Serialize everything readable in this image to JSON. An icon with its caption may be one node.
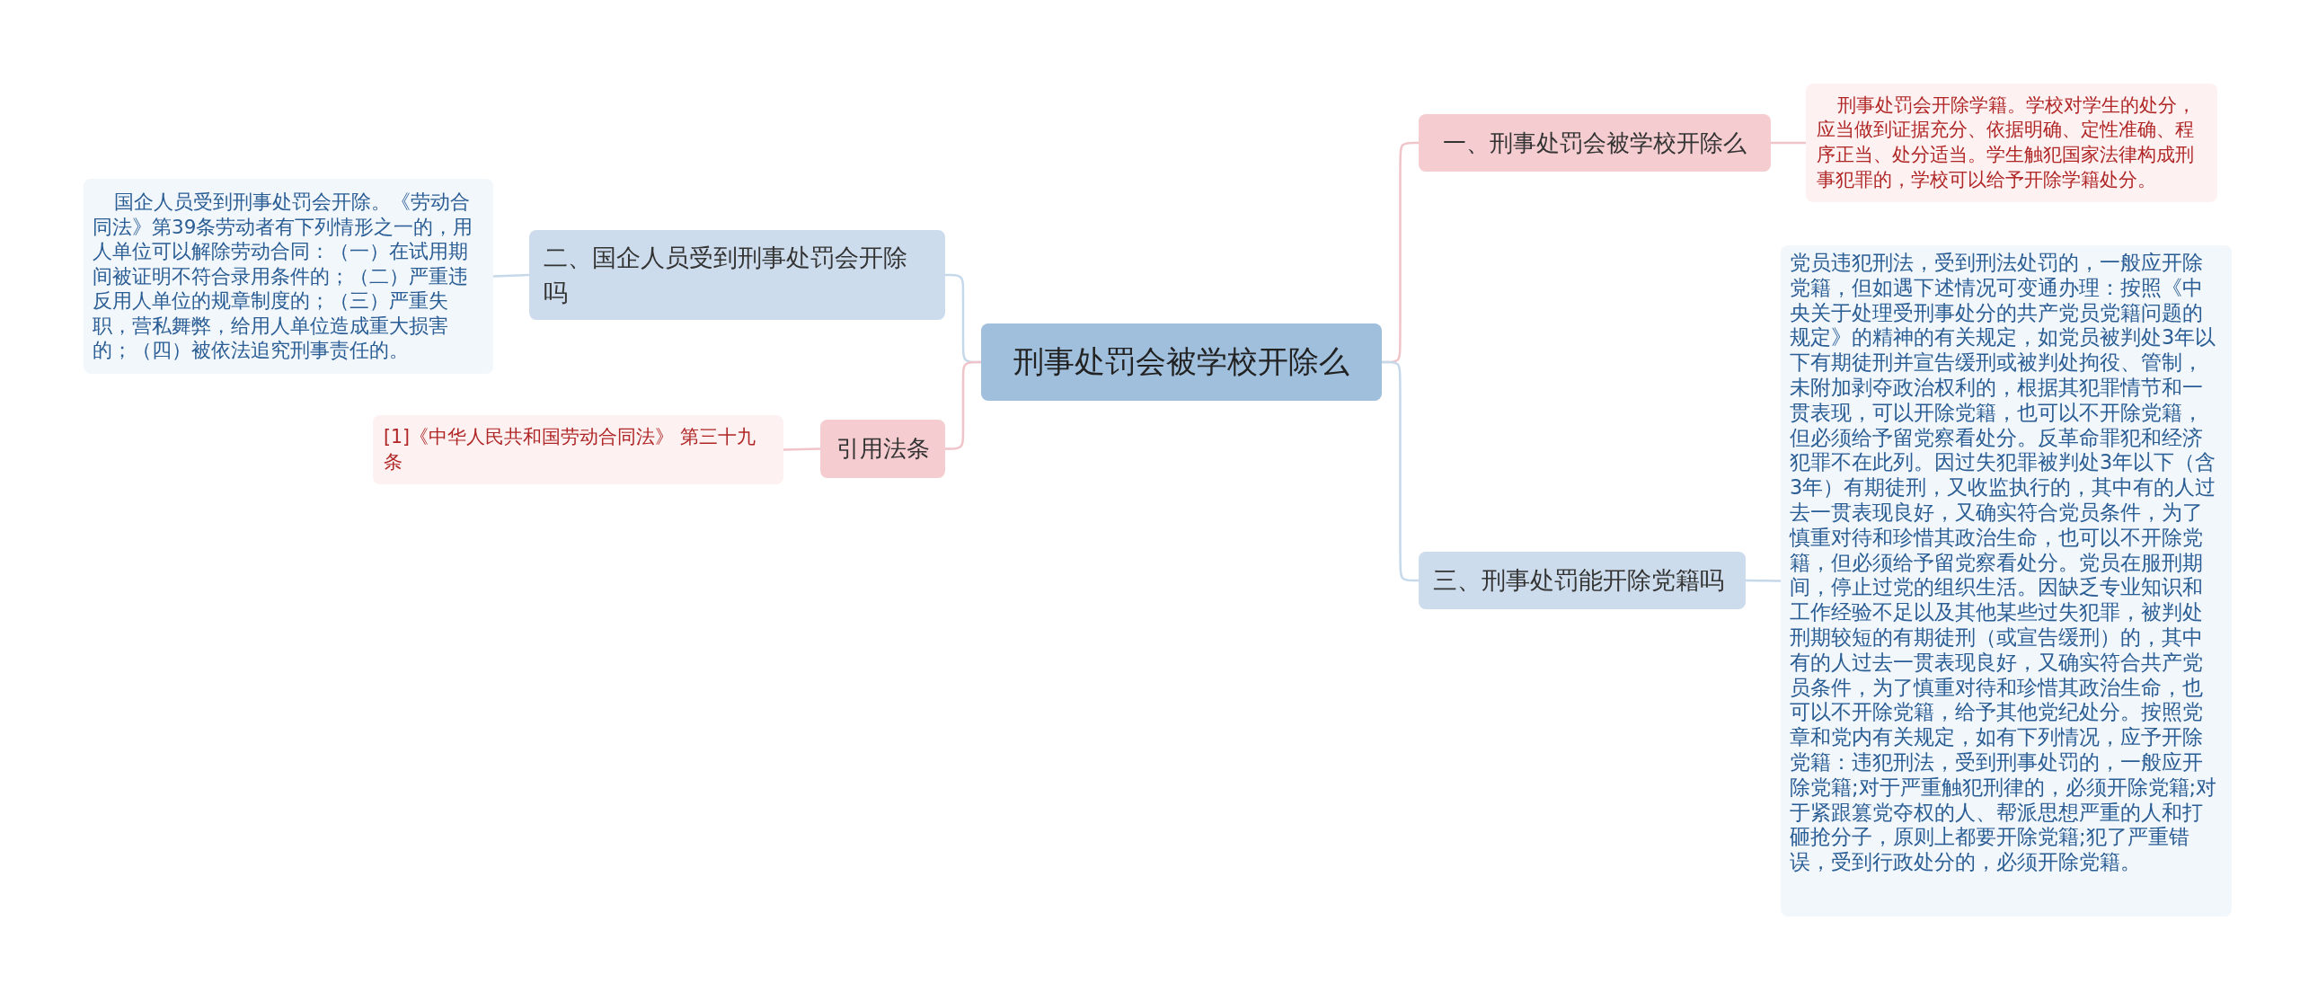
{
  "diagram": {
    "nodes": [
      {
        "text": [
          "刑事处罚会被学校开除么"
        ]
      },
      {
        "text": [
          "一、刑事处罚会被学校开除么"
        ]
      },
      {
        "text": [
          "刑事处罚会开除学籍。学校对学生的处分，应当做到证据充分、依据明确、定性准确、程序正当、处分适当。学生触犯国家法律构成刑事犯罪的，学校可以给予开除学籍处分。"
        ]
      },
      {
        "text": [
          "二、国企人员受到刑事处罚会开除吗"
        ]
      },
      {
        "text": [
          "国企人员受到刑事处罚会开除。《劳动合同法》第39条劳动者有下列情形之一的，用人单位可以解除劳动合同：（一）在试用期间被证明不符合录用条件的；（二）严重违反用人单位的规章制度的；（三）严重失职，营私舞弊，给用人单位造成重大损害的；（四）被依法追究刑事责任的。"
        ]
      },
      {
        "text": [
          "三、刑事处罚能开除党籍吗"
        ]
      },
      {
        "text": [
          "党员违犯刑法，受到刑法处罚的，一般应开除党籍，但如遇下述情况可变通办理：按照《中央关于处理受刑事处分的共产党员党籍问题的规定》的精神的有关规定，如党员被判处3年以下有期徒刑并宣告缓刑或被判处拘役、管制，未附加剥夺政治权利的，根据其犯罪情节和一贯表现，可以开除党籍，也可以不开除党籍，但必须给予留党察看处分。反革命罪犯和经济犯罪不在此列。因过失犯罪被判处3年以下（含3年）有期徒刑，又收监执行的，其中有的人过去一贯表现良好，又确实符合党员条件，为了慎重对待和珍惜其政治生命，也可以不开除党籍，但必须给予留党察看处分。党员在服刑期间，停止过党的组织生活。因缺乏专业知识和工作经验不足以及其他某些过失犯罪，被判处刑期较短的有期徒刑（或宣告缓刑）的，其中有的人过去一贯表现良好，又确实符合共产党员条件，为了慎重对待和珍惜其政治生命，也可以不开除党籍，给予其他党纪处分。按照党章和党内有关规定，如有下列情况，应予开除党籍：违犯刑法，受到刑事处罚的，一般应开除党籍;对于严重触犯刑律的，必须开除党籍;对于紧跟篡党夺权的人、帮派思想严重的人和打砸抢分子，原则上都要开除党籍;犯了严重错误，受到行政处分的，必须开除党籍。"
        ]
      },
      {
        "text": [
          "引用法条"
        ]
      },
      {
        "text": [
          "[1]《中华人民共和国劳动合同法》 第三十九条"
        ]
      }
    ],
    "edges": [
      {
        "from": 0,
        "to": 1,
        "arrow": "none",
        "color": "#f0c4c8"
      },
      {
        "from": 0,
        "to": 3,
        "arrow": "none"
      },
      {
        "from": 0,
        "to": 5,
        "arrow": "none"
      },
      {
        "from": 0,
        "to": 7,
        "arrow": "none",
        "color": "#f0c4c8"
      },
      {
        "from": 1,
        "to": 2,
        "arrow": "none",
        "color": "#f0c4c8"
      },
      {
        "from": 3,
        "to": 4,
        "arrow": "none"
      },
      {
        "from": 5,
        "to": 6,
        "arrow": "none"
      },
      {
        "from": 7,
        "to": 8,
        "arrow": "none",
        "color": "#f0c4c8"
      }
    ]
  }
}
